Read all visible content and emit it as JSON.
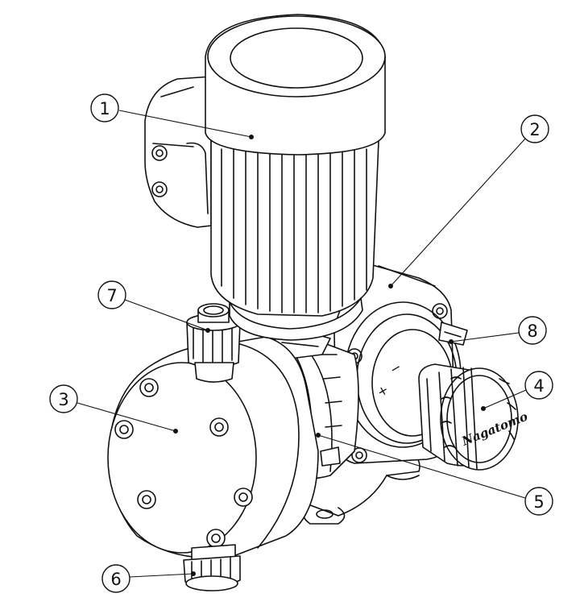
{
  "figure": {
    "callouts": [
      {
        "id": "c1",
        "label": "1"
      },
      {
        "id": "c2",
        "label": "2"
      },
      {
        "id": "c3",
        "label": "3"
      },
      {
        "id": "c4",
        "label": "4"
      },
      {
        "id": "c5",
        "label": "5"
      },
      {
        "id": "c6",
        "label": "6"
      },
      {
        "id": "c7",
        "label": "7"
      },
      {
        "id": "c8",
        "label": "8"
      }
    ],
    "knob_brand": "Nagatomo",
    "adjust_plus": "+",
    "adjust_minus": "−"
  }
}
